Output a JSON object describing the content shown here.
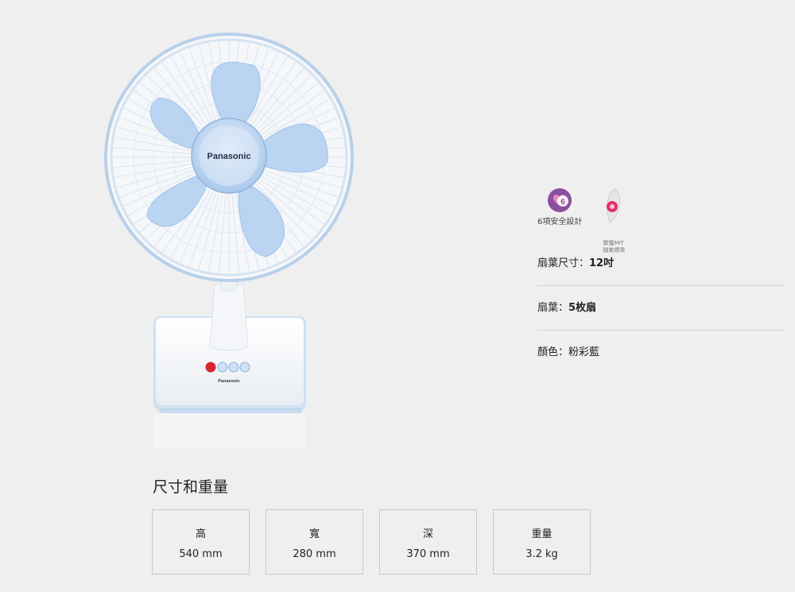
{
  "product": {
    "brand": "Panasonic",
    "image_name": "desk-fan"
  },
  "badges": [
    {
      "icon": "safety-six-icon",
      "number": "6",
      "caption": "6項安全設計"
    },
    {
      "icon": "mit-taiwan-icon",
      "line1": "榮獲MIT",
      "line2": "微笑標章"
    }
  ],
  "specs": [
    {
      "label": "扇葉尺寸：",
      "value": "12吋"
    },
    {
      "label": "扇葉：",
      "value": "5枚扇"
    },
    {
      "label": "顏色：",
      "value": "粉彩藍"
    }
  ],
  "dimensions": {
    "title": "尺寸和重量",
    "items": [
      {
        "label": "高",
        "value": "540 mm"
      },
      {
        "label": "寬",
        "value": "280 mm"
      },
      {
        "label": "深",
        "value": "370 mm"
      },
      {
        "label": "重量",
        "value": "3.2 kg"
      }
    ]
  },
  "colors": {
    "background": "#efefef",
    "fan_blade": "#b7d3f2",
    "fan_body": "#f7f8fa",
    "badge_purple": "#8a4f9e",
    "badge_pink": "#e2306c"
  }
}
